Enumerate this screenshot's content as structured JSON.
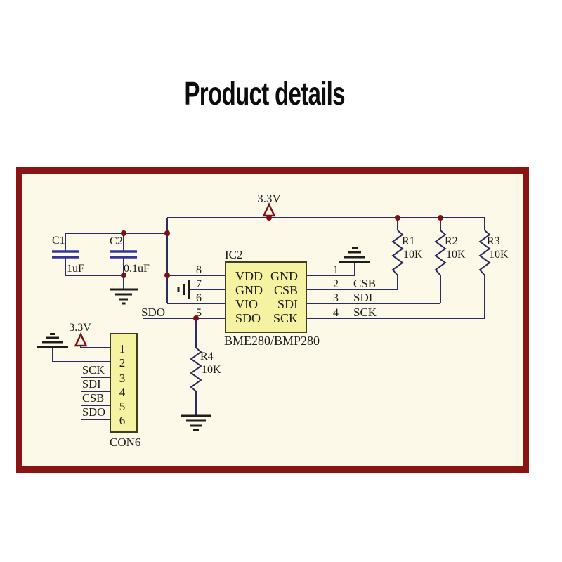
{
  "page": {
    "title": "Product details"
  },
  "schematic": {
    "supply_labels": {
      "top": "3.3V",
      "connector": "3.3V"
    },
    "ic": {
      "ref": "IC2",
      "part": "BME280/BMP280",
      "left_pins": [
        {
          "num": "8",
          "name": "VDD"
        },
        {
          "num": "7",
          "name": "GND"
        },
        {
          "num": "6",
          "name": "VIO"
        },
        {
          "num": "5",
          "name": "SDO"
        }
      ],
      "right_pins": [
        {
          "num": "1",
          "name": "GND"
        },
        {
          "num": "2",
          "name": "CSB",
          "net": "CSB"
        },
        {
          "num": "3",
          "name": "SDI",
          "net": "SDI"
        },
        {
          "num": "4",
          "name": "SCK",
          "net": "SCK"
        }
      ]
    },
    "capacitors": [
      {
        "ref": "C1",
        "value": "1uF"
      },
      {
        "ref": "C2",
        "value": "0.1uF"
      }
    ],
    "resistors": [
      {
        "ref": "R1",
        "value": "10K"
      },
      {
        "ref": "R2",
        "value": "10K"
      },
      {
        "ref": "R3",
        "value": "10K"
      },
      {
        "ref": "R4",
        "value": "10K"
      }
    ],
    "net_labels": {
      "sdo": "SDO"
    },
    "connector": {
      "ref": "CON6",
      "pin_numbers": [
        "1",
        "2",
        "3",
        "4",
        "5",
        "6"
      ],
      "net_labels": [
        "SCK",
        "SDI",
        "CSB",
        "SDO"
      ]
    },
    "colors": {
      "frame": "#8a1414",
      "canvas": "#fcf9e8",
      "wire": "#2c2c62",
      "capacitor": "#34349a",
      "junction": "#7c1115",
      "ic_fill": "#f5f2a2",
      "label": "#1b1b1b"
    }
  }
}
